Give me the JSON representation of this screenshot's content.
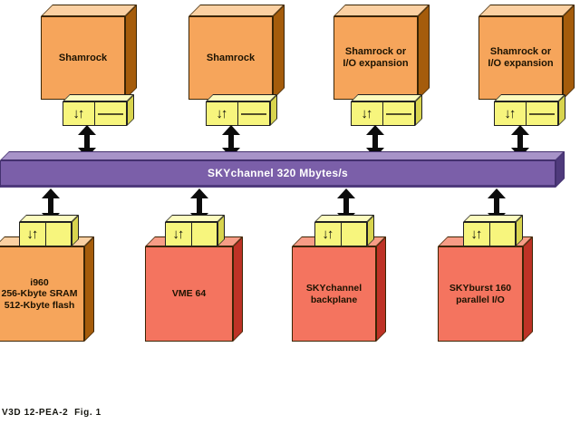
{
  "bus": {
    "label": "SKYchannel 320 Mbytes/s"
  },
  "top_nodes": [
    {
      "line1": "Shamrock",
      "line2": ""
    },
    {
      "line1": "Shamrock",
      "line2": ""
    },
    {
      "line1": "Shamrock or",
      "line2": "I/O expansion"
    },
    {
      "line1": "Shamrock or",
      "line2": "I/O expansion"
    }
  ],
  "bottom_nodes": [
    {
      "line1": "i960",
      "line2": "256-Kbyte SRAM",
      "line3": "512-Kbyte flash"
    },
    {
      "line1": "VME 64",
      "line2": "",
      "line3": ""
    },
    {
      "line1": "SKYchannel",
      "line2": "backplane",
      "line3": ""
    },
    {
      "line1": "SKYburst 160",
      "line2": "parallel I/O",
      "line3": ""
    }
  ],
  "glyphs": {
    "down": "↓",
    "up": "↑"
  },
  "caption": "V3D 12-PEA-2  Fig. 1",
  "colors": {
    "orange_front": "#f6a55b",
    "orange_top": "#fbd0a2",
    "orange_side": "#a55c0b",
    "salmon_front": "#f4745f",
    "salmon_top": "#f79c86",
    "salmon_side": "#be3226",
    "yellow_front": "#f7f57d",
    "yellow_top": "#fcfbbe",
    "yellow_side": "#d8d44e",
    "purple_front": "#7b5fa9",
    "purple_top": "#a793c8",
    "purple_side": "#4f3a7c",
    "arrow": "#0c0c0c",
    "ink": "#1c1302"
  }
}
